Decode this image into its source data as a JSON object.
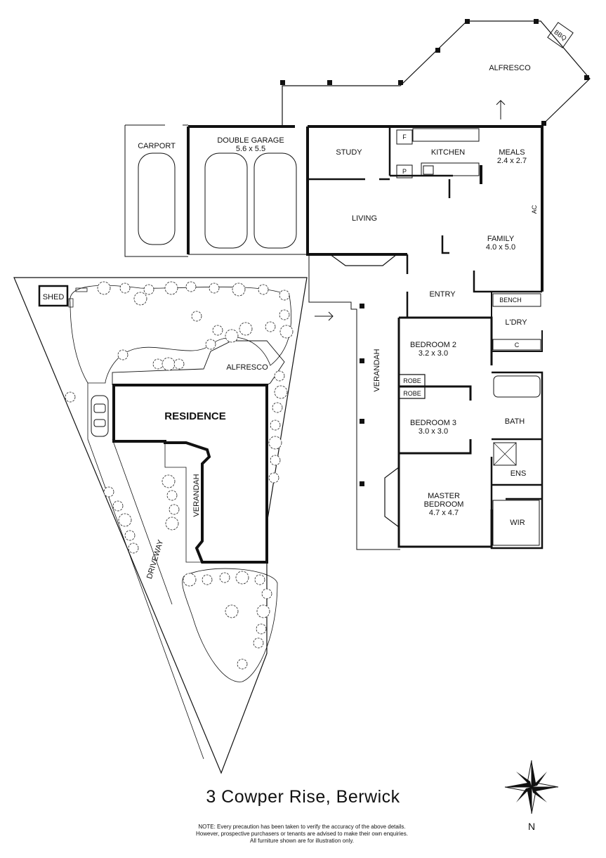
{
  "rooms": {
    "alfresco_main": "ALFRESCO",
    "bbq": "BBQ",
    "carport": "CARPORT",
    "double_garage": "DOUBLE GARAGE",
    "double_garage_size": "5.6 x 5.5",
    "study": "STUDY",
    "kitchen": "KITCHEN",
    "fridge": "F",
    "pantry": "P",
    "meals": "MEALS",
    "meals_size": "2.4 x 2.7",
    "ac": "AC",
    "living": "LIVING",
    "family": "FAMILY",
    "family_size": "4.0 x 5.0",
    "entry": "ENTRY",
    "bench": "BENCH",
    "laundry": "L'DRY",
    "cupboard": "C",
    "verandah_main": "VERANDAH",
    "bedroom2": "BEDROOM 2",
    "bedroom2_size": "3.2 x 3.0",
    "robe1": "ROBE",
    "robe2": "ROBE",
    "bedroom3": "BEDROOM 3",
    "bedroom3_size": "3.0 x 3.0",
    "bath": "BATH",
    "ens": "ENS",
    "master_line1": "MASTER",
    "master_line2": "BEDROOM",
    "master_size": "4.7 x 4.7",
    "wir": "WIR"
  },
  "site": {
    "shed": "SHED",
    "alfresco": "ALFRESCO",
    "residence": "RESIDENCE",
    "verandah": "VERANDAH",
    "driveway": "DRIVEWAY"
  },
  "compass": {
    "north": "N"
  },
  "footer": {
    "address": "3 Cowper Rise, Berwick",
    "note_line1": "NOTE: Every precaution has been taken to verify the accuracy of the above details.",
    "note_line2": "However, prospective purchasers or tenants are advised to make their own enquiries.",
    "note_line3": "All furniture shown are for illustration only."
  }
}
